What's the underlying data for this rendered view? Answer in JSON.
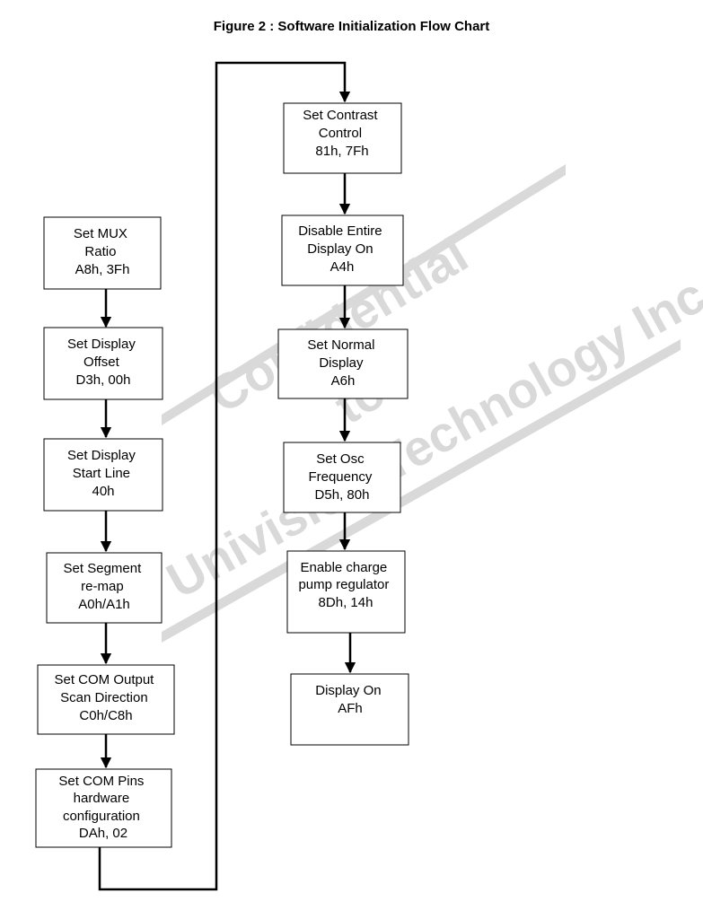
{
  "title": "Figure 2 : Software Initialization Flow Chart",
  "watermark": {
    "lines": [
      "Confidential",
      "to",
      "Univision Technology Inc."
    ],
    "color": "#d9d9d9"
  },
  "steps": [
    {
      "lines": [
        "Set MUX",
        "Ratio",
        "A8h, 3Fh"
      ]
    },
    {
      "lines": [
        "Set Display",
        "Offset",
        "D3h, 00h"
      ]
    },
    {
      "lines": [
        "Set Display",
        "Start Line",
        "40h"
      ]
    },
    {
      "lines": [
        "Set Segment",
        "re-map",
        "A0h/A1h"
      ]
    },
    {
      "lines": [
        "Set COM Output",
        "Scan Direction",
        "C0h/C8h"
      ]
    },
    {
      "lines": [
        "Set COM Pins",
        "hardware",
        "configuration",
        "DAh, 02"
      ]
    },
    {
      "lines": [
        "Set Contrast",
        "Control",
        "81h, 7Fh"
      ]
    },
    {
      "lines": [
        "Disable Entire",
        "Display On",
        "A4h"
      ]
    },
    {
      "lines": [
        "Set Normal",
        "Display",
        "A6h"
      ]
    },
    {
      "lines": [
        "Set Osc",
        "Frequency",
        "D5h, 80h"
      ]
    },
    {
      "lines": [
        "Enable charge",
        "pump regulator",
        "8Dh, 14h"
      ]
    },
    {
      "lines": [
        "Display On",
        "AFh"
      ]
    }
  ]
}
